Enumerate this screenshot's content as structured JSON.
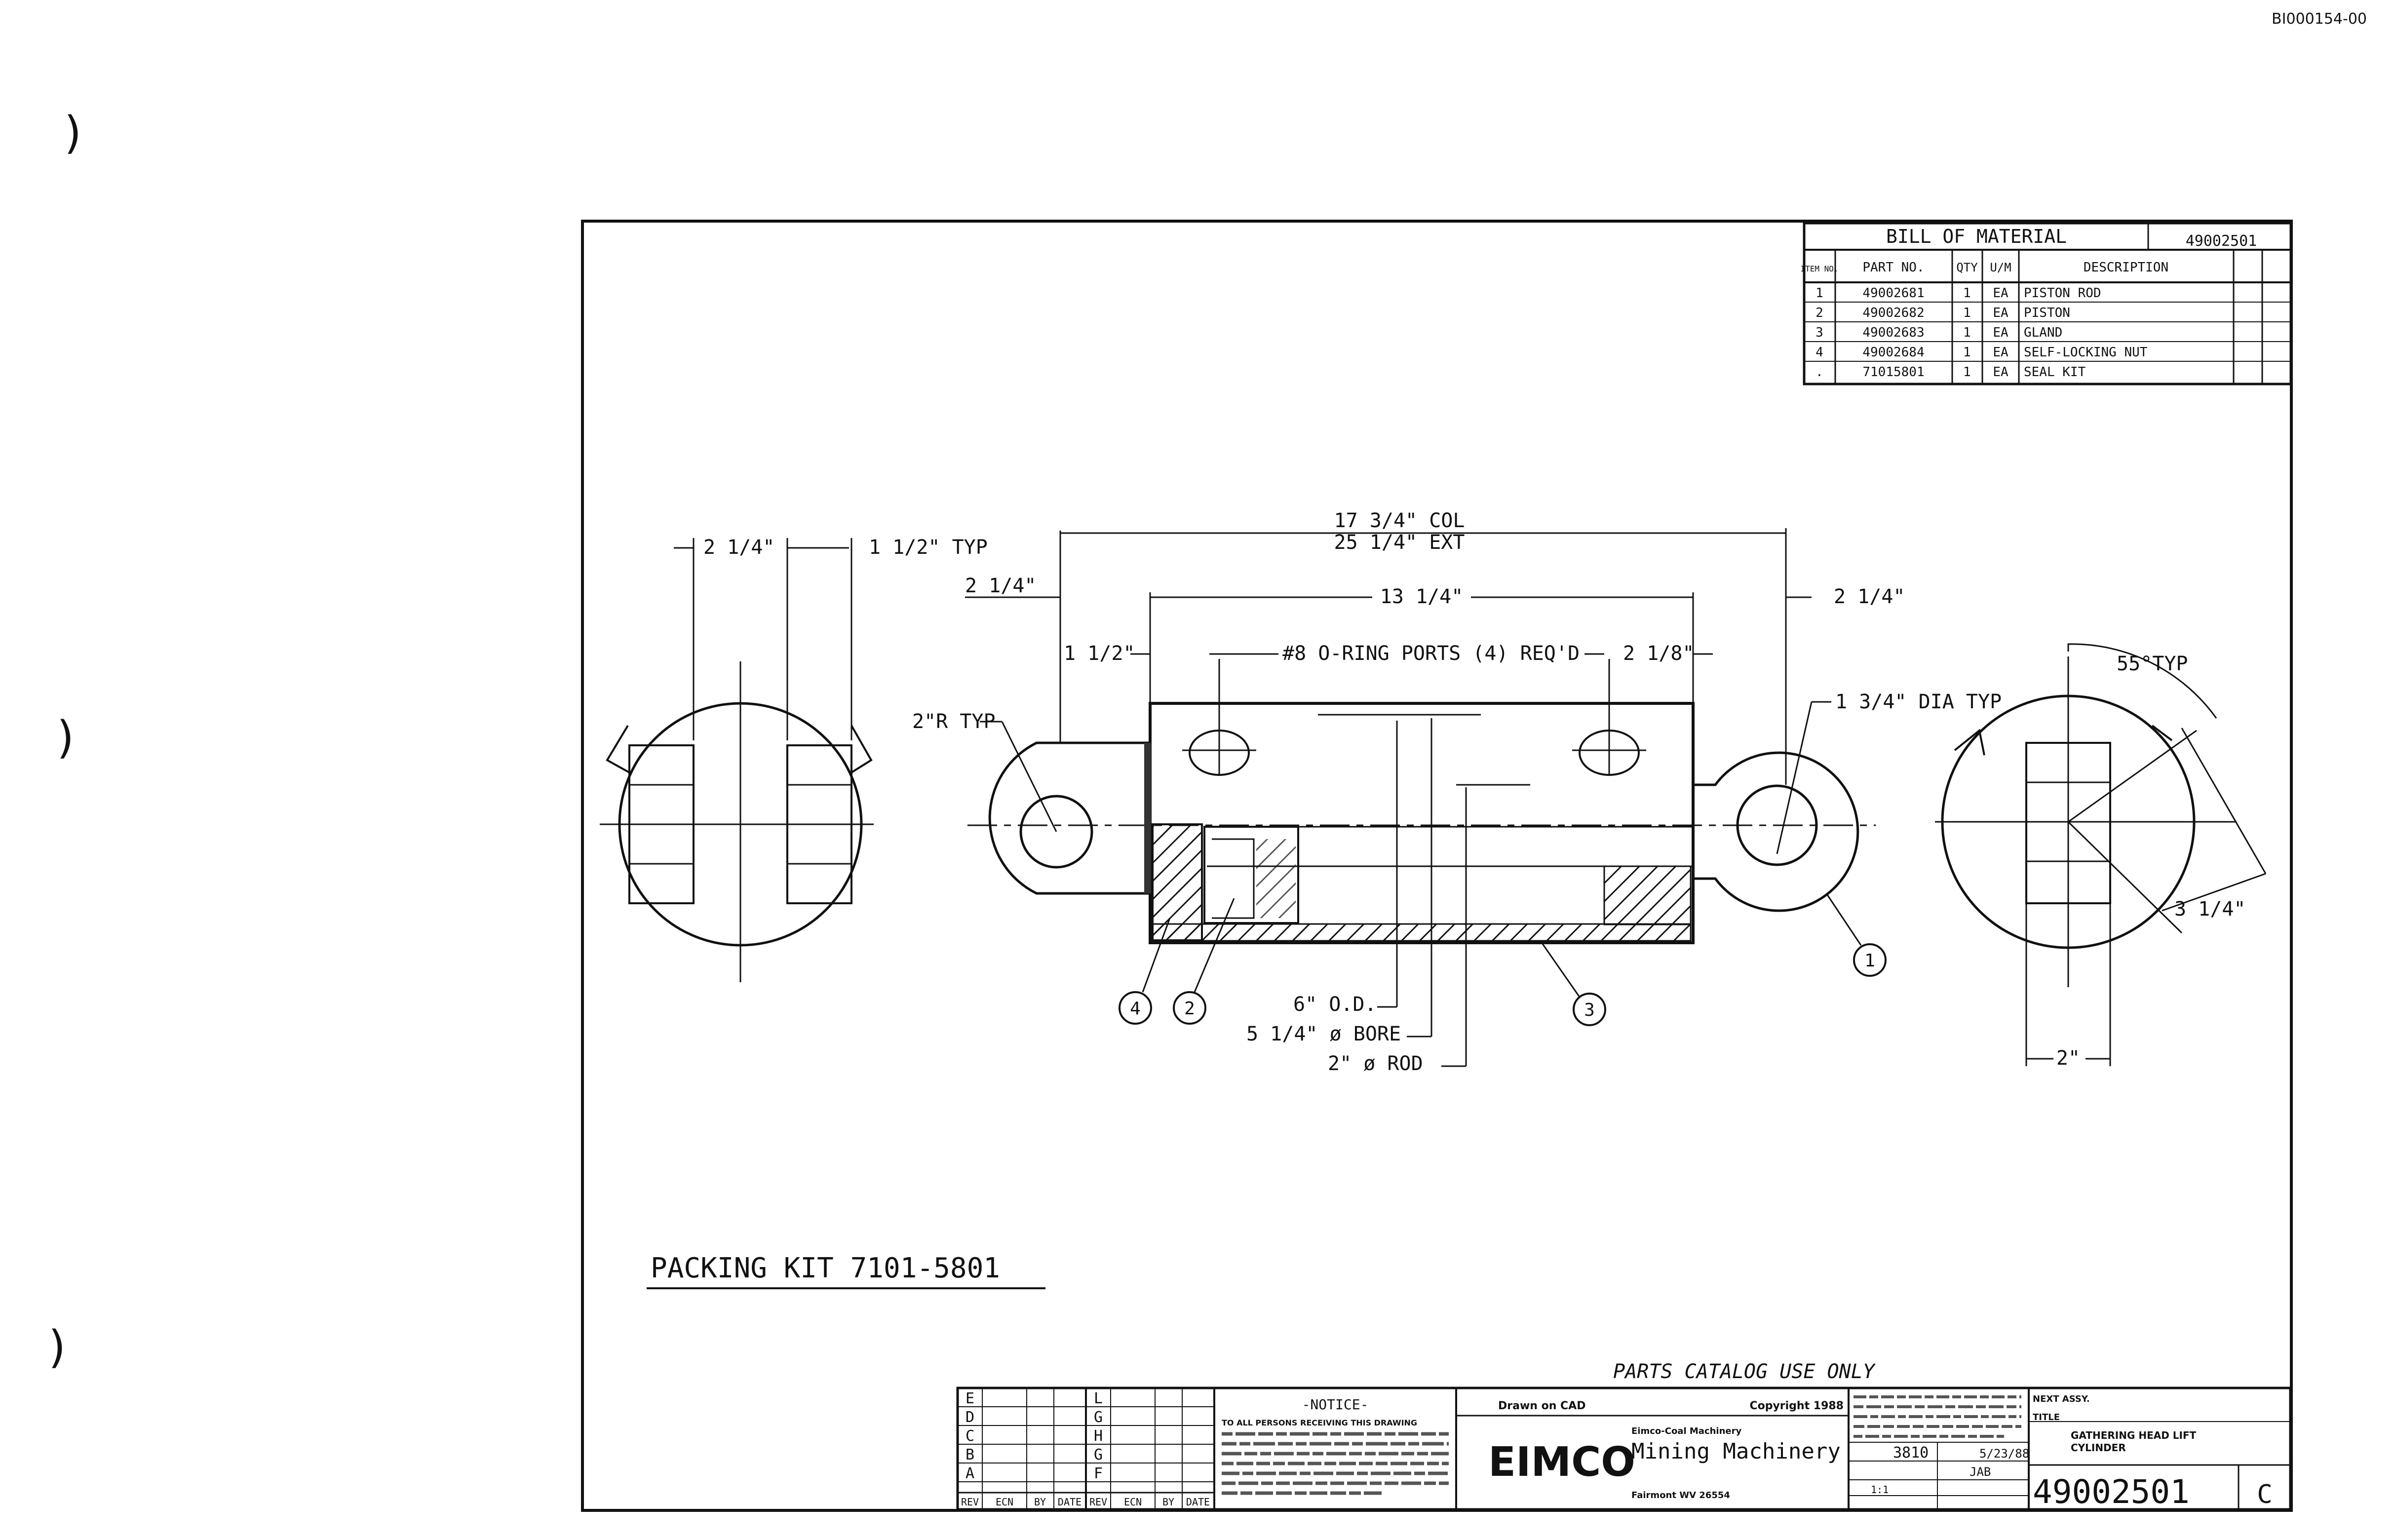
{
  "doc_id": "BI000154-00",
  "margin_marks": [
    ")",
    ")",
    ")"
  ],
  "bom": {
    "title": "BILL OF MATERIAL",
    "drawing_no": "49002501",
    "headers": [
      "ITEM NO.",
      "PART NO.",
      "QTY",
      "U/M",
      "DESCRIPTION"
    ],
    "rows": [
      {
        "item": "1",
        "part": "49002681",
        "qty": "1",
        "um": "EA",
        "desc": "PISTON ROD"
      },
      {
        "item": "2",
        "part": "49002682",
        "qty": "1",
        "um": "EA",
        "desc": "PISTON"
      },
      {
        "item": "3",
        "part": "49002683",
        "qty": "1",
        "um": "EA",
        "desc": "GLAND"
      },
      {
        "item": "4",
        "part": "49002684",
        "qty": "1",
        "um": "EA",
        "desc": "SELF-LOCKING NUT"
      },
      {
        "item": ".",
        "part": "71015801",
        "qty": "1",
        "um": "EA",
        "desc": "SEAL KIT"
      }
    ]
  },
  "dimensions": {
    "left_width": "2 1/4\"",
    "left_lug": "1 1/2\" TYP",
    "col": "17 3/4\" COL",
    "ext": "25 1/4\" EXT",
    "eye_left": "2 1/4\"",
    "body_len": "13 1/4\"",
    "eye_right": "2 1/4\"",
    "port_offset_left": "1 1/2\"",
    "ports": "#8 O-RING PORTS (4) REQ'D",
    "port_offset_right": "2 1/8\"",
    "radius": "2\"R TYP",
    "pin_dia": "1 3/4\" DIA TYP",
    "angle": "55°TYP",
    "right_len": "3 1/4\"",
    "right_width": "2\"",
    "od": "6\" O.D.",
    "bore": "5 1/4\" ø BORE",
    "rod": "2\" ø ROD"
  },
  "callouts": [
    "1",
    "2",
    "3",
    "4"
  ],
  "packing_kit": "PACKING KIT 7101-5801",
  "parts_catalog": "PARTS CATALOG USE ONLY",
  "title_block": {
    "rev_letters_left": [
      "E",
      "D",
      "C",
      "B",
      "A"
    ],
    "rev_letters_right": [
      "L",
      "G",
      "H",
      "G",
      "F"
    ],
    "rev_headers": [
      "REV",
      "ECN",
      "BY",
      "DATE",
      "REV",
      "ECN",
      "BY",
      "DATE"
    ],
    "notice_title": "-NOTICE-",
    "notice_lines": [
      "TO ALL PERSONS RECEIVING THIS DRAWING"
    ],
    "drawn": "Drawn on CAD",
    "copyright": "Copyright 1988",
    "company_small": "Eimco-Coal Machinery",
    "company_logo": "EIMCO",
    "company_sub": "Mining Machinery",
    "location": "Fairmont WV 26554",
    "sheet_no": "3810",
    "date": "5/23/88",
    "checker": "JAB",
    "scale": "1:1",
    "next_assy": "NEXT ASSY.",
    "title_label": "TITLE",
    "title_line1": "GATHERING HEAD LIFT",
    "title_line2": "CYLINDER",
    "dwg_no": "49002501",
    "dwg_size": "C"
  }
}
